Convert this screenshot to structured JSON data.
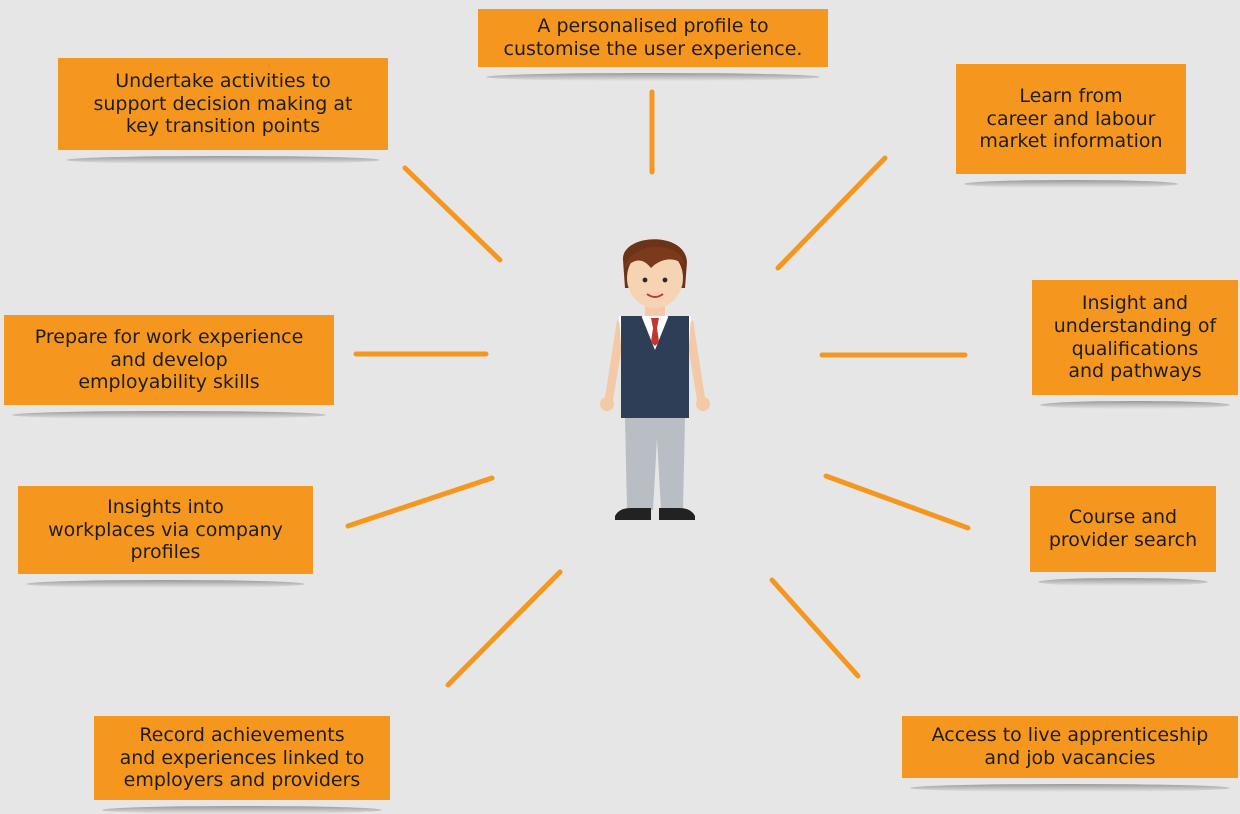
{
  "colors": {
    "card": "#f5971f",
    "connector": "#f5971f",
    "background": "#e6e6e6"
  },
  "benefits": [
    {
      "id": "profile",
      "text": "A personalised profile to\ncustomise the user experience."
    },
    {
      "id": "decision",
      "text": "Undertake activities to\nsupport decision making at\nkey transition points"
    },
    {
      "id": "lmi",
      "text": "Learn from\ncareer and labour\nmarket information"
    },
    {
      "id": "work-experience",
      "text": "Prepare for work experience\nand develop\nemployability skills"
    },
    {
      "id": "qualifications",
      "text": "Insight and\nunderstanding of\nqualifications\nand pathways"
    },
    {
      "id": "workplaces",
      "text": "Insights into\nworkplaces via company\nprofiles"
    },
    {
      "id": "course-search",
      "text": "Course and\nprovider search"
    },
    {
      "id": "achievements",
      "text": "Record achievements\nand experiences linked to\nemployers and providers"
    },
    {
      "id": "vacancies",
      "text": "Access to live apprenticeship\nand job vacancies"
    }
  ],
  "figure": {
    "icon": "student-figure-icon"
  }
}
